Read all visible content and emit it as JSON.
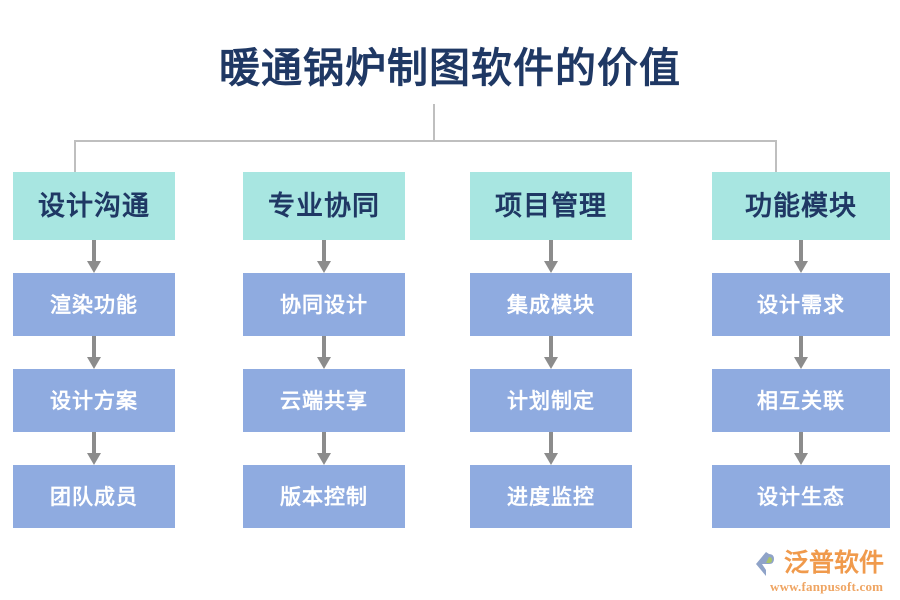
{
  "diagram": {
    "title": "暖通锅炉制图软件的价值",
    "colors": {
      "title_text": "#1F3864",
      "header_box": "#A8E6E1",
      "header_text": "#1F3864",
      "node_box": "#8FABE0",
      "node_text": "#FFFFFF",
      "connector": "#BFBFBF",
      "arrow": "#8C8C8C",
      "background": "#FFFFFF",
      "logo_text": "#F09A4C",
      "logo_mark": "#8FA3C8"
    },
    "columns": [
      {
        "header": "设计沟通",
        "nodes": [
          "渲染功能",
          "设计方案",
          "团队成员"
        ]
      },
      {
        "header": "专业协同",
        "nodes": [
          "协同设计",
          "云端共享",
          "版本控制"
        ]
      },
      {
        "header": "项目管理",
        "nodes": [
          "集成模块",
          "计划制定",
          "进度监控"
        ]
      },
      {
        "header": "功能模块",
        "nodes": [
          "设计需求",
          "相互关联",
          "设计生态"
        ]
      }
    ]
  },
  "logo": {
    "name": "泛普软件",
    "url": "www.fanpusoft.com"
  }
}
